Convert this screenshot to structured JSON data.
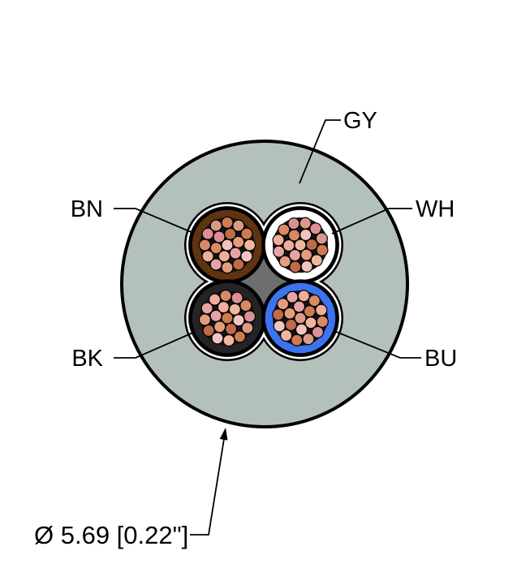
{
  "figure": {
    "type": "cable-cross-section",
    "dimension_label": "Ø 5.69 [0.22\"]",
    "jacket": {
      "label": "GY",
      "color": "#b4c1bb"
    },
    "filler_color": "#6e6e6e",
    "tape_color": "#ffffff",
    "outline_color": "#000000",
    "conductors": [
      {
        "id": "bn",
        "label": "BN",
        "color": "#603311",
        "position": "top-left"
      },
      {
        "id": "wh",
        "label": "WH",
        "color": "#ffffff",
        "position": "top-right"
      },
      {
        "id": "bk",
        "label": "BK",
        "color": "#242424",
        "position": "bottom-left"
      },
      {
        "id": "bu",
        "label": "BU",
        "color": "#3b73f0",
        "position": "bottom-right"
      }
    ],
    "strands": {
      "count_per_conductor": 19,
      "backing_color": "#141414",
      "palette": [
        "#f2c4c0",
        "#e8a4a4",
        "#de8f96",
        "#efb79e",
        "#e59c7c",
        "#d88a64",
        "#cd7a52",
        "#bf6a4a",
        "#f0ad9a",
        "#d99a86"
      ]
    }
  }
}
